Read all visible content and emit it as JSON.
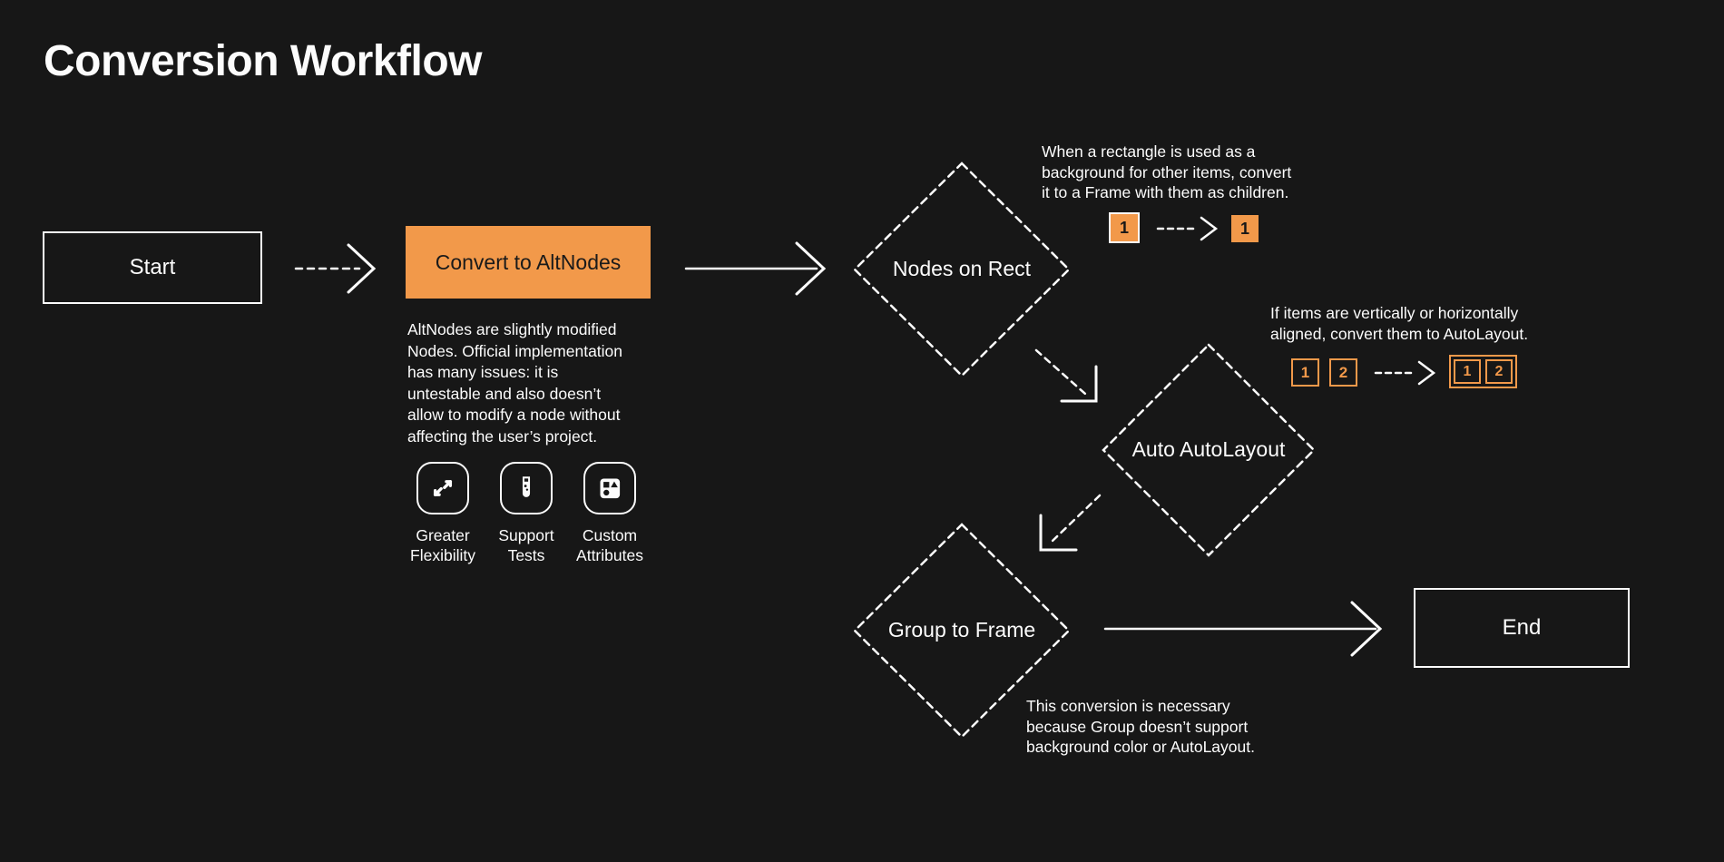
{
  "page": {
    "title": "Conversion Workflow",
    "colors": {
      "background": "#171717",
      "foreground": "#FCFCFC",
      "accent": "#F2994A",
      "text_on_accent": "#1A1A1A"
    }
  },
  "nodes": {
    "start": {
      "label": "Start"
    },
    "convert_to_altnodes": {
      "label": "Convert to AltNodes",
      "description_lines": [
        "AltNodes are slightly modified",
        "Nodes. Official implementation",
        "has many issues: it is",
        "untestable and also doesn’t",
        "allow to modify a node without",
        "affecting the user’s project."
      ],
      "features": [
        {
          "icon": "expand-arrows-icon",
          "label_lines": [
            "Greater",
            "Flexibility"
          ]
        },
        {
          "icon": "test-tube-icon",
          "label_lines": [
            "Support",
            "Tests"
          ]
        },
        {
          "icon": "shapes-icon",
          "label_lines": [
            "Custom",
            "Attributes"
          ]
        }
      ]
    },
    "nodes_on_rect": {
      "label": "Nodes on Rect"
    },
    "auto_autolayout": {
      "label": "Auto AutoLayout"
    },
    "group_to_frame": {
      "label": "Group to Frame"
    },
    "end": {
      "label": "End"
    }
  },
  "annotations": {
    "nodes_on_rect": {
      "lines": [
        "When a rectangle is used as a",
        "background for other items, convert",
        "it to a Frame with them as children."
      ],
      "demo": {
        "before": "1",
        "after": "1"
      }
    },
    "auto_autolayout": {
      "lines": [
        "If items are vertically or horizontally",
        "aligned, convert them to AutoLayout."
      ],
      "demo": {
        "before": [
          "1",
          "2"
        ],
        "after": [
          "1",
          "2"
        ]
      }
    },
    "group_to_frame": {
      "lines": [
        "This conversion is necessary",
        "because Group doesn’t support",
        "background color or AutoLayout."
      ]
    }
  }
}
